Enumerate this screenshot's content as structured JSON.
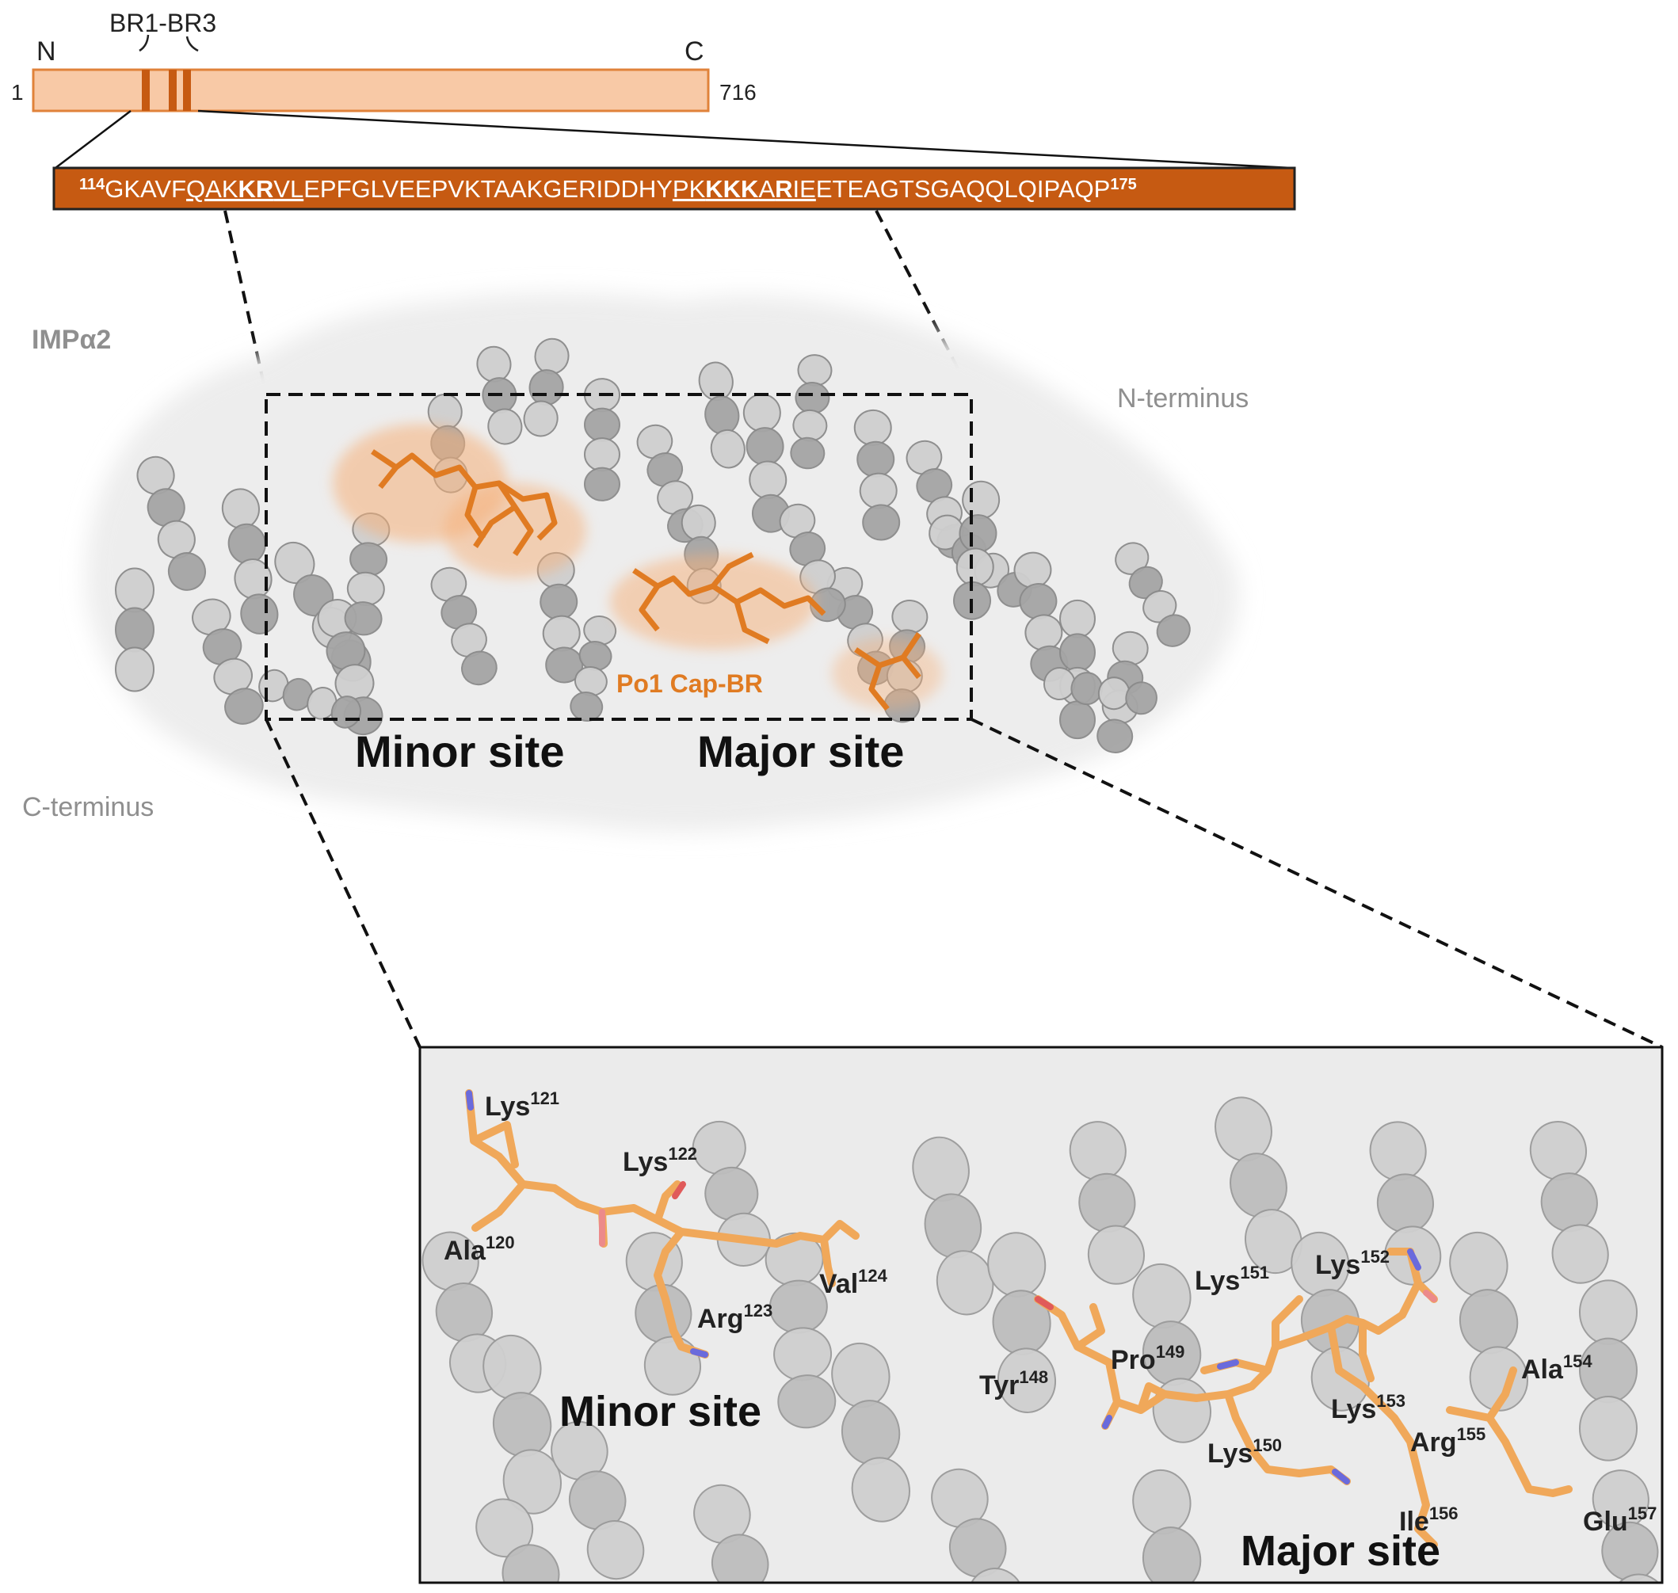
{
  "domain_bar": {
    "n_label": "N",
    "c_label": "C",
    "start": "1",
    "end": "716",
    "region_label": "BR1-BR3",
    "fill": "#f8c9a6",
    "stroke": "#e0823a",
    "br_color": "#c65a12"
  },
  "sequence": {
    "start_num": "114",
    "end_num": "175",
    "parts": [
      {
        "t": "GKAVF",
        "b": false,
        "u": false
      },
      {
        "t": "QAK",
        "b": false,
        "u": true
      },
      {
        "t": "KR",
        "b": true,
        "u": true
      },
      {
        "t": "VL",
        "b": false,
        "u": true
      },
      {
        "t": "EPFGLVEEPVKTAAKGERIDDHY",
        "b": false,
        "u": false
      },
      {
        "t": "PK",
        "b": false,
        "u": true
      },
      {
        "t": "KKK",
        "b": true,
        "u": true
      },
      {
        "t": "A",
        "b": false,
        "u": true
      },
      {
        "t": "R",
        "b": true,
        "u": true
      },
      {
        "t": "IE",
        "b": false,
        "u": true
      },
      {
        "t": "ETEAGTSGAQQLQIPAQP",
        "b": false,
        "u": false
      }
    ],
    "bar_color": "#c65a12"
  },
  "structure": {
    "protein_label": "IMPα2",
    "n_terminus": "N-terminus",
    "c_terminus": "C-terminus",
    "ligand_label": "Po1 Cap-BR",
    "minor_site": "Minor site",
    "major_site": "Major site",
    "protein_color": "#a9a9a9",
    "ligand_color": "#e07b22"
  },
  "inset": {
    "minor_site": "Minor site",
    "major_site": "Major site",
    "residues": [
      {
        "name": "Lys",
        "num": "121"
      },
      {
        "name": "Lys",
        "num": "122"
      },
      {
        "name": "Ala",
        "num": "120"
      },
      {
        "name": "Val",
        "num": "124"
      },
      {
        "name": "Arg",
        "num": "123"
      },
      {
        "name": "Lys",
        "num": "151"
      },
      {
        "name": "Lys",
        "num": "152"
      },
      {
        "name": "Pro",
        "num": "149"
      },
      {
        "name": "Tyr",
        "num": "148"
      },
      {
        "name": "Ala",
        "num": "154"
      },
      {
        "name": "Lys",
        "num": "153"
      },
      {
        "name": "Arg",
        "num": "155"
      },
      {
        "name": "Lys",
        "num": "150"
      },
      {
        "name": "Ile",
        "num": "156"
      },
      {
        "name": "Glu",
        "num": "157"
      }
    ],
    "stick_color": "#f0a85a"
  }
}
